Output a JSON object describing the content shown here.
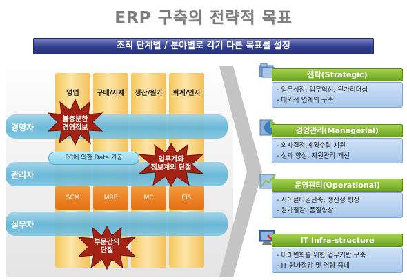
{
  "title": "ERP 구축의 전략적 목표",
  "subtitle": "조직 단계별 / 분야별로 각기 다른 목표를 설정",
  "pillars": [
    "영업",
    "구매/자재",
    "생산/원가",
    "회계/인사"
  ],
  "levels": [
    "경영자",
    "관리자",
    "실무자"
  ],
  "systems": [
    "SCM",
    "MRP",
    "MC",
    "EIS"
  ],
  "callouts": {
    "top": [
      "불충분한",
      "경영정보"
    ],
    "right": [
      "업무계와",
      "정보계의 단절"
    ],
    "bottom": [
      "부문간의",
      "단절"
    ]
  },
  "pill": "PC에 의한 Data 가공",
  "goals": [
    {
      "title": "전략(Strategic)",
      "items": [
        "- 업무성장, 업무혁신, 원가리더십",
        "- 대외적 연계의 구축"
      ],
      "icon": "folder-icon"
    },
    {
      "title": "경영관리(Managerial)",
      "items": [
        "- 의사결정,계획수립 지원",
        "- 성과 향상, 자원관리 개선"
      ],
      "icon": "pie-chart-icon"
    },
    {
      "title": "운영관리(Operational)",
      "items": [
        "- 사이클타임단축, 생산성 향상",
        "- 원가절감, 품질향상"
      ],
      "icon": "chart-icon"
    },
    {
      "title": "IT Infra-structure",
      "items": [
        "- 미래변화를 위한 업무기반 구축",
        "- IT 원가절감 및 역량 증대"
      ],
      "icon": "monitor-icon"
    }
  ]
}
